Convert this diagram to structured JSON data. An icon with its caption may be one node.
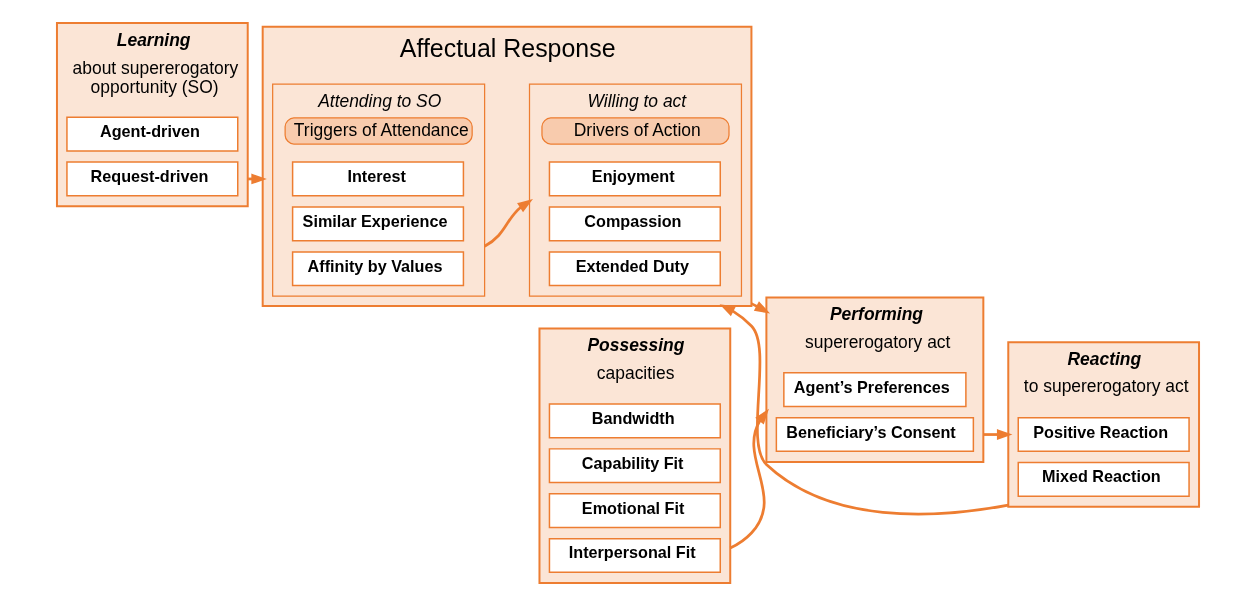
{
  "diagram": {
    "nodes": [
      {
        "text": [
          "Learning",
          "about supererogatory opportunity (SO)"
        ]
      },
      {
        "text": [
          "Agent-driven"
        ],
        "in": 0
      },
      {
        "text": [
          "Request-driven"
        ],
        "in": 0
      },
      {
        "text": [
          "Affectual Response"
        ]
      },
      {
        "text": [
          "Attending to SO",
          "Triggers of Attendance"
        ],
        "in": 3
      },
      {
        "text": [
          "Interest"
        ],
        "in": 4
      },
      {
        "text": [
          "Similar Experience"
        ],
        "in": 4
      },
      {
        "text": [
          "Affinity by Values"
        ],
        "in": 4
      },
      {
        "text": [
          "Willing to act",
          "Drivers of Action"
        ],
        "in": 3
      },
      {
        "text": [
          "Enjoyment"
        ],
        "in": 8
      },
      {
        "text": [
          "Compassion"
        ],
        "in": 8
      },
      {
        "text": [
          "Extended Duty"
        ],
        "in": 8
      },
      {
        "text": [
          "Possessing",
          "capacities"
        ]
      },
      {
        "text": [
          "Bandwidth"
        ],
        "in": 12
      },
      {
        "text": [
          "Capability Fit"
        ],
        "in": 12
      },
      {
        "text": [
          "Emotional Fit"
        ],
        "in": 12
      },
      {
        "text": [
          "Interpersonal Fit"
        ],
        "in": 12
      },
      {
        "text": [
          "Performing",
          "supererogatory act"
        ]
      },
      {
        "text": [
          "Agent’s Preferences"
        ],
        "in": 17
      },
      {
        "text": [
          "Beneficiary’s Consent"
        ],
        "in": 17
      },
      {
        "text": [
          "Reacting",
          "to supererogatory act"
        ]
      },
      {
        "text": [
          "Positive Reaction"
        ],
        "in": 20
      },
      {
        "text": [
          "Mixed Reaction"
        ],
        "in": 20
      }
    ],
    "edges": [
      {
        "from": 0,
        "to": 3,
        "arrow": "to"
      },
      {
        "from": 4,
        "to": 8,
        "arrow": "to"
      },
      {
        "from": 3,
        "to": 17,
        "arrow": "to"
      },
      {
        "from": 12,
        "to": 17,
        "arrow": "to"
      },
      {
        "from": 17,
        "to": 20,
        "arrow": "to"
      },
      {
        "from": 20,
        "to": 3,
        "arrow": "to"
      }
    ]
  }
}
